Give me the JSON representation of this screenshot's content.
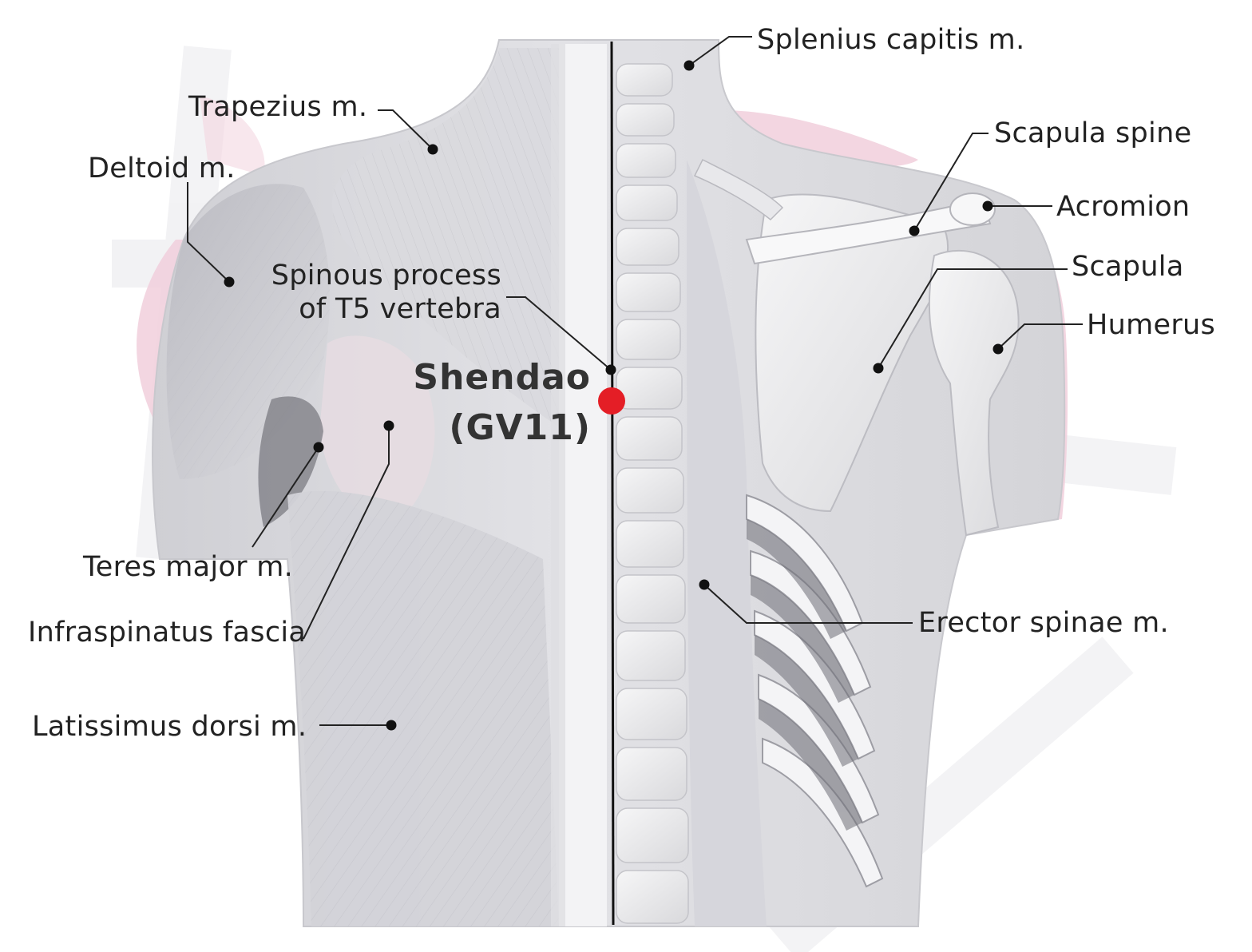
{
  "acupoint": {
    "name": "Shendao",
    "code": "(GV11)",
    "marker_color": "#e41e26"
  },
  "labels": {
    "splenius_capitis": "Splenius capitis m.",
    "trapezius": "Trapezius m.",
    "deltoid": "Deltoid m.",
    "spinous_process_line1": "Spinous process",
    "spinous_process_line2": "of T5 vertebra",
    "scapula_spine": "Scapula spine",
    "acromion": "Acromion",
    "scapula": "Scapula",
    "humerus": "Humerus",
    "teres_major": "Teres major m.",
    "infraspinatus_fascia": "Infraspinatus fascia",
    "erector_spinae": "Erector spinae m.",
    "latissimus_dorsi": "Latissimus dorsi m."
  },
  "colors": {
    "muscle_grey": "#d6d6da",
    "muscle_pink": "#f1cfdc",
    "bone": "#eeeeef",
    "leader_line": "#222222",
    "midline": "#111111"
  }
}
